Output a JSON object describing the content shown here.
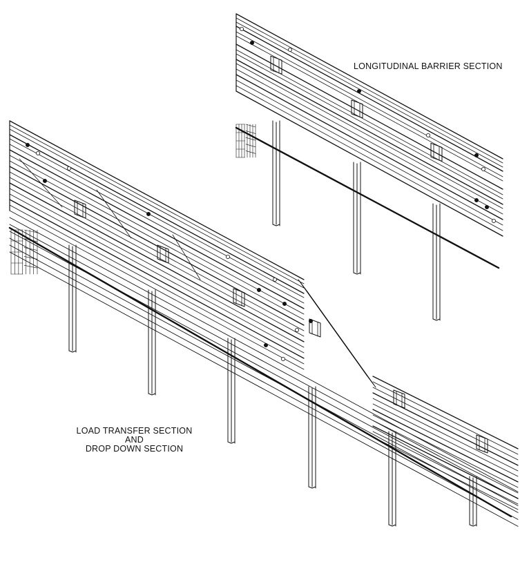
{
  "labels": {
    "longitudinal": "LONGITUDINAL BARRIER SECTION",
    "load_transfer": {
      "line1": "LOAD TRANSFER SECTION",
      "line2": "AND",
      "line3": "DROP DOWN SECTION"
    }
  },
  "colors": {
    "ink": "#111111",
    "paper": "#ffffff"
  }
}
